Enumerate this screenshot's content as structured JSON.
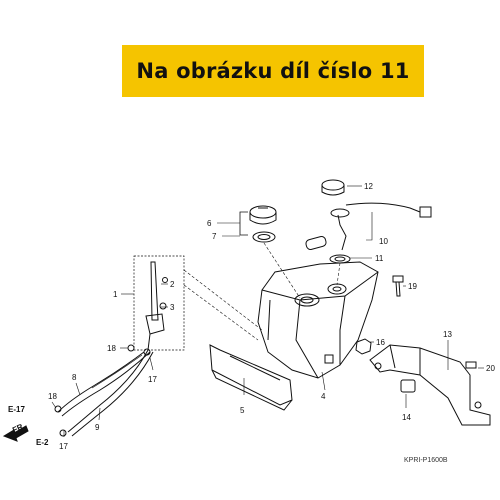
{
  "banner": {
    "text": "Na obrázku díl číslo 11"
  },
  "callouts": {
    "c1": "1",
    "c2": "2",
    "c3": "3",
    "c4": "4",
    "c5": "5",
    "c6": "6",
    "c7": "7",
    "c8": "8",
    "c9": "9",
    "c10": "10",
    "c11": "11",
    "c12": "12",
    "c13": "13",
    "c14": "14",
    "c16": "16",
    "c17a": "17",
    "c17b": "17",
    "c18a": "18",
    "c18b": "18",
    "c19": "19",
    "c20": "20"
  },
  "refs": {
    "e17": "E-17",
    "e2": "E-2",
    "fr": "FR."
  },
  "diagram_code": "KPRI-P1600B",
  "colors": {
    "banner": "#f5c400",
    "ink": "#111111"
  }
}
